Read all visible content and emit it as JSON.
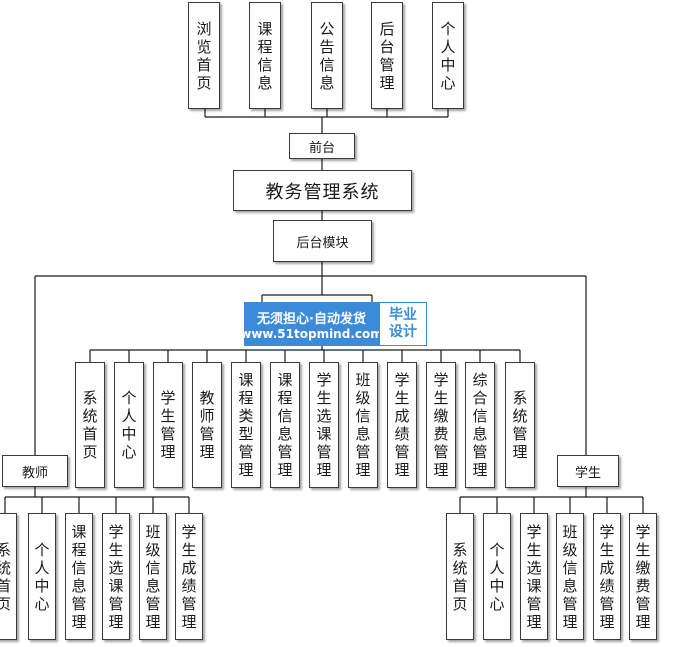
{
  "frontend_modules": [
    "浏览首页",
    "课程信息",
    "公告信息",
    "后台管理",
    "个人中心"
  ],
  "frontend_label": "前台",
  "root_label": "教务管理系统",
  "backend_label": "后台模块",
  "admin_modules": [
    "系统首页",
    "个人中心",
    "学生管理",
    "教师管理",
    "课程类型管理",
    "课程信息管理",
    "学生选课管理",
    "班级信息管理",
    "学生成绩管理",
    "学生缴费管理",
    "综合信息管理",
    "系统管理"
  ],
  "teacher": {
    "label": "教师",
    "modules": [
      "系统首页",
      "个人中心",
      "课程信息管理",
      "学生选课管理",
      "班级信息管理",
      "学生成绩管理"
    ]
  },
  "student": {
    "label": "学生",
    "modules": [
      "系统首页",
      "个人中心",
      "学生选课管理",
      "班级信息管理",
      "学生成绩管理",
      "学生缴费管理"
    ]
  },
  "watermark": {
    "line1": "无须担心·自动发货",
    "line2": "www.51topmind.com",
    "badge": "毕业设计"
  },
  "colors": {
    "line": "#1a1a1a",
    "border": "#3a3a3a",
    "watermark_blue": "#3b8bd8"
  }
}
